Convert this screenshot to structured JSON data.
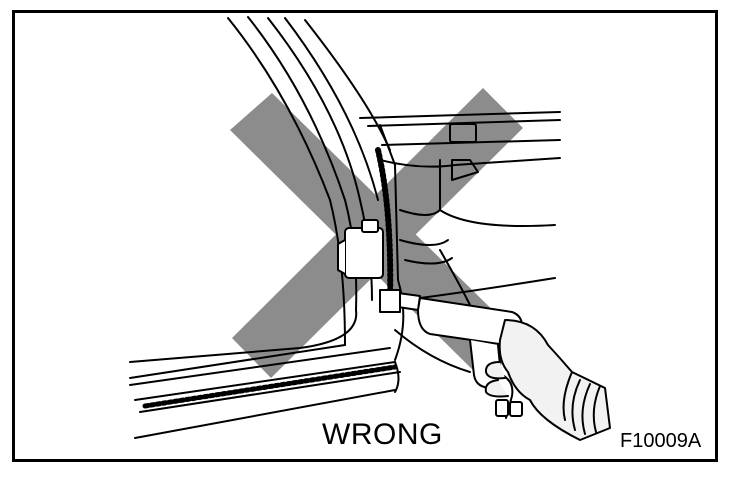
{
  "figure": {
    "caption": "WRONG",
    "figure_code": "F10009A",
    "mark": "x-mark",
    "colors": {
      "line": "#000000",
      "mark": "#8c8c8c",
      "background": "#ffffff",
      "glove": "#f2f2f2"
    }
  }
}
